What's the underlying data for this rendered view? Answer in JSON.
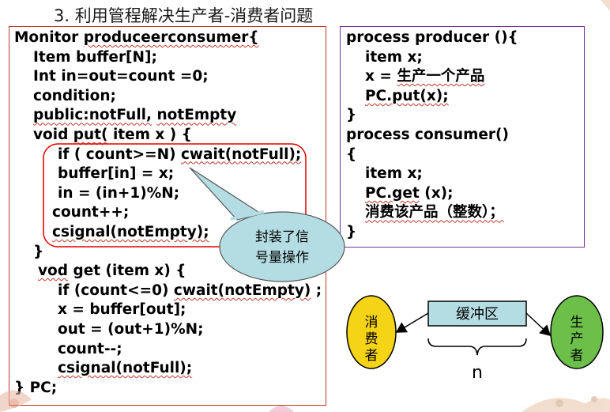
{
  "title": "3. 利用管程解决生产者-消费者问题",
  "monitor_code": [
    {
      "text": "Monitor produceerconsumer{",
      "indent": 0
    },
    {
      "text": "Item buffer[N];",
      "indent": 1
    },
    {
      "text": "Int in=out=count =0;",
      "indent": 1
    },
    {
      "text": "condition;",
      "indent": 1
    },
    {
      "text": "public:notFull, notEmpty",
      "indent": 1
    },
    {
      "text": "void put( item x ) {",
      "indent": 1
    },
    {
      "text": "if ( count>=N) cwait(notFull);",
      "indent": 2
    },
    {
      "text": "buffer[in] = x;",
      "indent": 2
    },
    {
      "text": "in = (in+1)%N;",
      "indent": 2
    },
    {
      "text": "count++;",
      "indent": 3
    },
    {
      "text": "csignal(notEmpty);",
      "indent": 3
    },
    {
      "text": "}",
      "indent": 1
    },
    {
      "text": "vod get (item x) {",
      "indent": 4
    },
    {
      "text": "if (count<=0) cwait(notEmpty) ;",
      "indent": 2
    },
    {
      "text": "x = buffer[out];",
      "indent": 2
    },
    {
      "text": "out = (out+1)%N;",
      "indent": 2
    },
    {
      "text": "count--;",
      "indent": 2
    },
    {
      "text": "csignal(notFull);",
      "indent": 2
    },
    {
      "text": "} PC;",
      "indent": 5
    }
  ],
  "process_code": [
    {
      "text": "process producer (){",
      "indent": 0
    },
    {
      "text": "item x;",
      "indent": 1
    },
    {
      "text": "x = 生产一个产品",
      "indent": 1
    },
    {
      "text": "PC.put(x);",
      "indent": 1
    },
    {
      "text": "}",
      "indent": 0
    },
    {
      "text": "process consumer()",
      "indent": 0
    },
    {
      "text": "{",
      "indent": 0
    },
    {
      "text": "item x;",
      "indent": 1
    },
    {
      "text": "PC.get (x);",
      "indent": 1
    },
    {
      "text": "消费该产品（整数）；",
      "indent": 1
    },
    {
      "text": "}",
      "indent": 0
    }
  ],
  "callout_text": "封装了信号量操作",
  "callout_lines": [
    "封装了信",
    "号量操作"
  ],
  "diagram": {
    "consumer_lines": [
      "消",
      "费",
      "者"
    ],
    "buffer_label": "缓冲区",
    "producer_lines": [
      "生",
      "产",
      "者"
    ],
    "size_label": "n"
  },
  "colors": {
    "frame_red": "#c0392b",
    "frame_purple": "#7030a0",
    "callout_fill": "#b4dde3",
    "consumer_fill": "#f5d316",
    "buffer_fill": "#b4dde3",
    "producer_fill": "#6cc04a"
  }
}
